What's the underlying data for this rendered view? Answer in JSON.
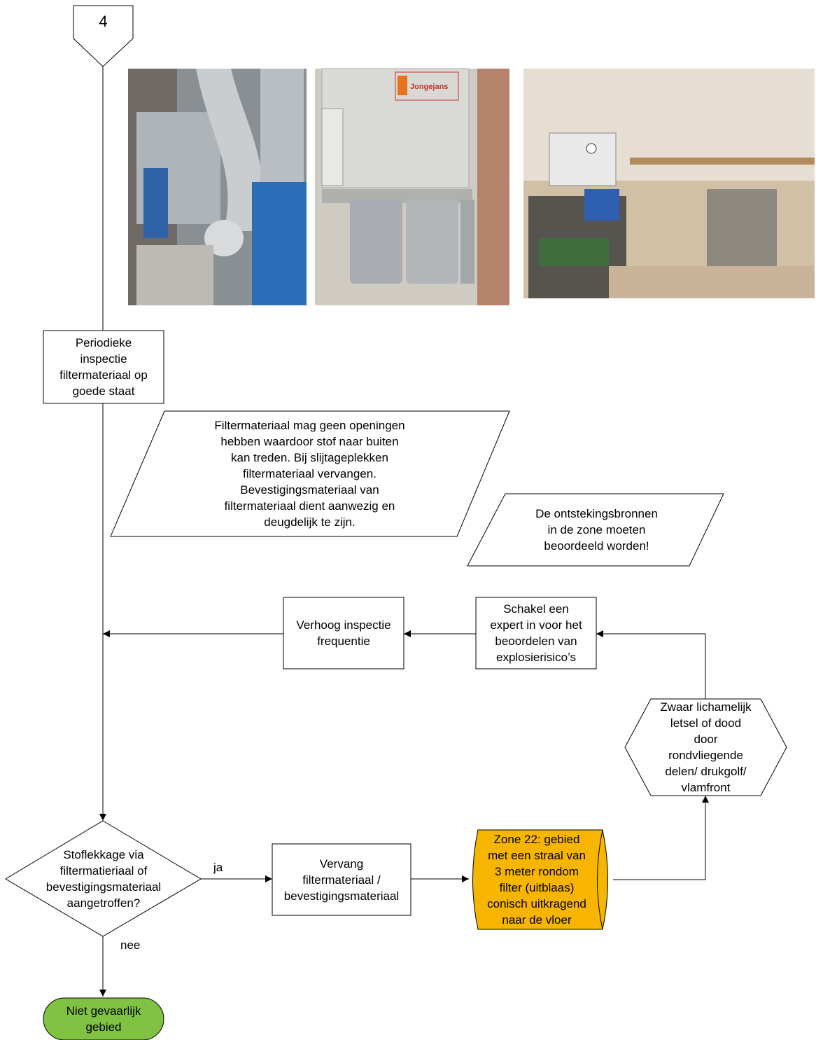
{
  "connector": {
    "label": "4"
  },
  "photos": [
    {
      "name": "photo-dust-extractor-duct",
      "alt": "Afzuiginstallatie met kanalen"
    },
    {
      "name": "photo-jongejans-filter-unit",
      "alt": "Filterunit met filterbussen",
      "brand_text": "Jongejans"
    },
    {
      "name": "photo-workshop-wall",
      "alt": "Werkplaats met schakelkast"
    }
  ],
  "nodes": {
    "inspectie": "Periodieke\ninspectie\nfiltermateriaal op\ngoede staat",
    "note_filter": "Filtermateriaal mag geen openingen\nhebben waardoor stof naar buiten\nkan treden. Bij slijtageplekken\nfiltermateriaal vervangen.\nBevestigingsmateriaal van\nfiltermateriaal dient aanwezig en\ndeugdelijk te zijn.",
    "note_bronnen": "De ontstekingsbronnen\nin de zone moeten\nbeoordeeld worden!",
    "verhoog": "Verhoog inspectie\nfrequentie",
    "expert": "Schakel een\nexpert in voor het\nbeoordelen van\nexplosierisico’s",
    "letsel": "Zwaar lichamelijk\nletsel of dood\ndoor\nrondvliegende\ndelen/ drukgolf/\nvlamfront",
    "vraag": "Stoflekkage via\nfiltermatieriaal of\nbevestigingsmateriaal\naangetroffen?",
    "vervang": "Vervang\nfiltermateriaal /\nbevestigingsmateriaal",
    "zone": "Zone 22: gebied\nmet een straal van\n3 meter rondom\nfilter (uitblaas)\nconisch uitkragend\nnaar de vloer",
    "einde": "Niet gevaarlijk\ngebied"
  },
  "edge_labels": {
    "ja": "ja",
    "nee": "nee"
  },
  "colors": {
    "zone_fill": "#f7b500",
    "end_fill": "#80c342",
    "stroke": "#000000"
  }
}
